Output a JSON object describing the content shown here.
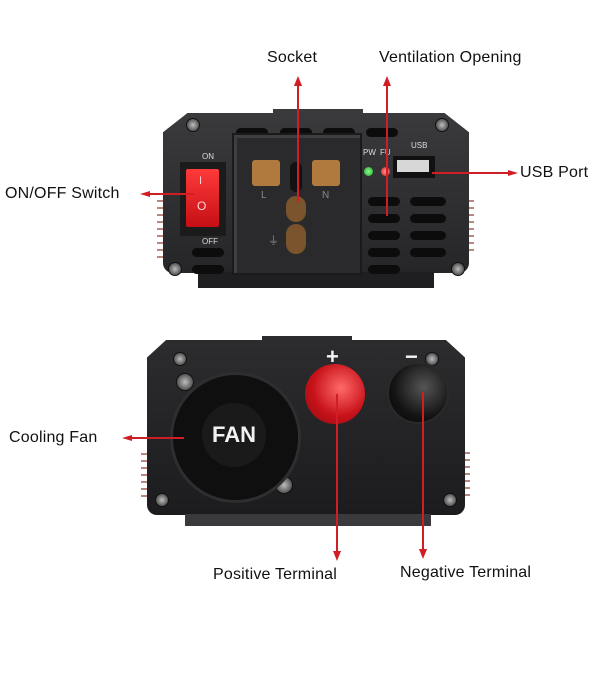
{
  "diagram": {
    "subject": "Power inverter front and back panels",
    "front_panel": {
      "switch_labels": {
        "on": "ON",
        "off": "OFF"
      },
      "switch_symbols": {
        "on": "I",
        "off": "O"
      },
      "indicator_labels": {
        "power": "PW",
        "fault": "FU"
      },
      "usb_label": "USB",
      "socket_marks": {
        "live": "L",
        "neutral": "N",
        "earth": "⏚"
      }
    },
    "back_panel": {
      "fan_label": "FAN",
      "positive_sign": "+",
      "negative_sign": "−"
    },
    "callouts": [
      {
        "id": "socket",
        "label": "Socket",
        "direction": "up"
      },
      {
        "id": "ventilation",
        "label": "Ventilation Opening",
        "direction": "up"
      },
      {
        "id": "usb",
        "label": "USB Port",
        "direction": "right"
      },
      {
        "id": "switch",
        "label": "ON/OFF Switch",
        "direction": "left"
      },
      {
        "id": "fan",
        "label": "Cooling Fan",
        "direction": "left"
      },
      {
        "id": "positive",
        "label": "Positive Terminal",
        "direction": "down"
      },
      {
        "id": "negative",
        "label": "Negative Terminal",
        "direction": "down"
      }
    ],
    "colors": {
      "arrow": "#d01e24",
      "body": "#2b2b2d",
      "switch": "#e0141a",
      "led_power": "#2fbf3a",
      "led_fault": "#e5221f",
      "positive_terminal": "#c8121a",
      "negative_terminal": "#141414"
    }
  }
}
